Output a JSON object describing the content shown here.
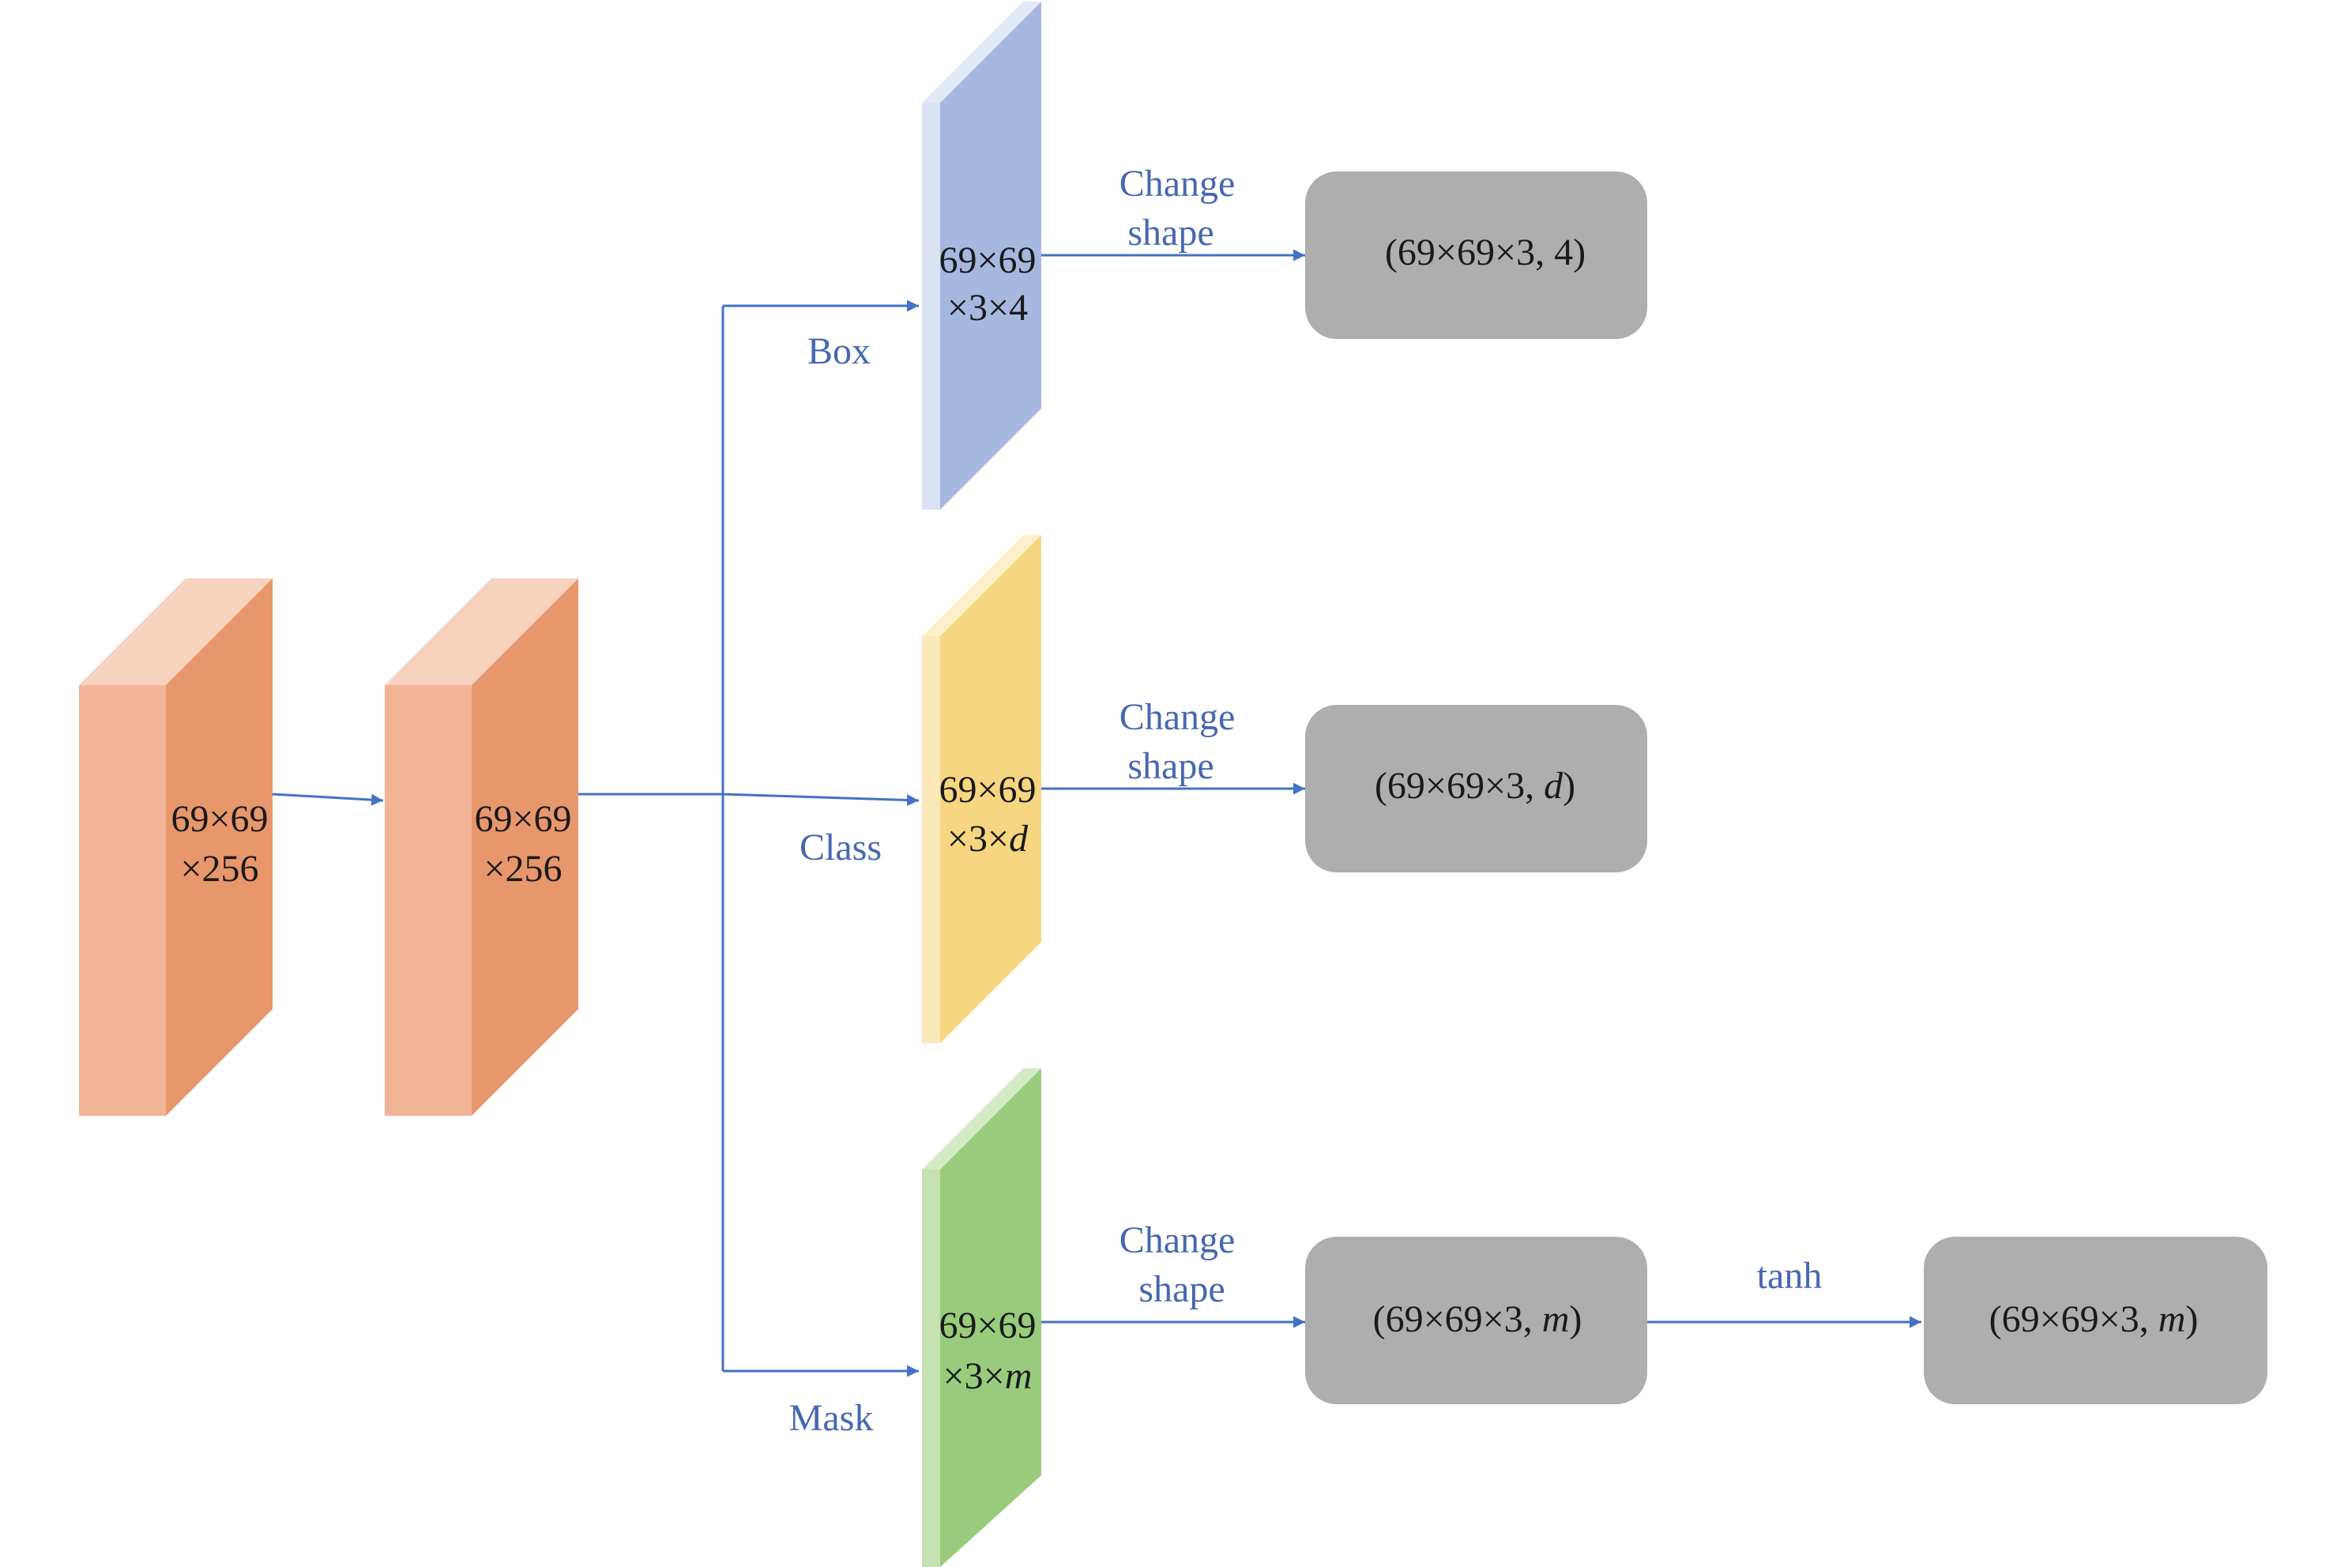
{
  "colors": {
    "arrow": "#4472C4",
    "label_text": "#4668b0",
    "box_fill": "#aeaeae",
    "tensor_input_front": "#f2b496",
    "tensor_input_side": "#e8966c",
    "tensor_input_top": "#f6d2bf",
    "box_branch_front": "#dbe2f4",
    "box_branch_side": "#a6b8e0",
    "class_branch_front": "#fbe8b8",
    "class_branch_side": "#f6d680",
    "mask_branch_front": "#c5e2b0",
    "mask_branch_side": "#98cc7c"
  },
  "input_tensors": [
    {
      "line1": "69×69",
      "line2": "×256"
    },
    {
      "line1": "69×69",
      "line2": "×256"
    }
  ],
  "branches": [
    {
      "label": "Box",
      "tensor": {
        "line1": "69×69",
        "line2_prefix": "×3×",
        "line2_var": "4",
        "var_italic": false
      },
      "edge_label": {
        "line1": "Change",
        "line2": "shape"
      },
      "output": {
        "prefix": "(69×69×3, ",
        "var": "4",
        "var_italic": false,
        "suffix": ")"
      }
    },
    {
      "label": "Class",
      "tensor": {
        "line1": "69×69",
        "line2_prefix": "×3×",
        "line2_var": "d",
        "var_italic": true
      },
      "edge_label": {
        "line1": "Change",
        "line2": "shape"
      },
      "output": {
        "prefix": "(69×69×3, ",
        "var": "d",
        "var_italic": true,
        "suffix": ")"
      }
    },
    {
      "label": "Mask",
      "tensor": {
        "line1": "69×69",
        "line2_prefix": "×3×",
        "line2_var": "m",
        "var_italic": true
      },
      "edge_label": {
        "line1": "Change",
        "line2": "shape"
      },
      "output": {
        "prefix": "(69×69×3, ",
        "var": "m",
        "var_italic": true,
        "suffix": ")"
      }
    }
  ],
  "activation": {
    "label": "tanh",
    "output": {
      "prefix": "(69×69×3, ",
      "var": "m",
      "var_italic": true,
      "suffix": ")"
    }
  }
}
